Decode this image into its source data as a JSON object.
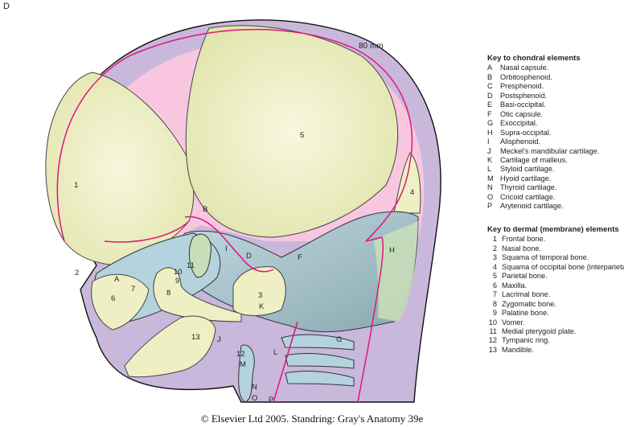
{
  "figure": {
    "panel_letter": "D",
    "scale_label": "80 mm",
    "caption": "© Elsevier Ltd 2005. Standring: Gray's Anatomy 39e",
    "colors": {
      "outline_purple": "#c9b8dc",
      "inner_pink": "#f9c6e0",
      "dermal_bone_yellow": "#eef0c4",
      "chondral_blue": "#b4d3de",
      "supraoccipital_green": "#c7deb8",
      "sagittal_line_magenta": "#e0157a"
    },
    "diagram_labels": {
      "bone_1": "1",
      "bone_2": "2",
      "bone_3": "3",
      "bone_4": "4",
      "bone_5": "5",
      "bone_6": "6",
      "bone_7": "7",
      "bone_8": "8",
      "bone_9": "9",
      "bone_10": "10",
      "bone_11": "11",
      "bone_12": "12",
      "bone_13": "13",
      "A": "A",
      "B": "B",
      "D": "D",
      "F": "F",
      "G": "G",
      "H": "H",
      "I": "I",
      "J": "J",
      "K": "K",
      "L": "L",
      "M": "M",
      "N": "N",
      "O": "O",
      "P": "P"
    }
  },
  "key_chondral": {
    "title": "Key to chondral elements",
    "items": [
      {
        "code": "A",
        "label": "Nasal capsule."
      },
      {
        "code": "B",
        "label": "Orbitosphenoid."
      },
      {
        "code": "C",
        "label": "Presphenoid."
      },
      {
        "code": "D",
        "label": "Postsphenoid."
      },
      {
        "code": "E",
        "label": "Basi-occipital."
      },
      {
        "code": "F",
        "label": "Otic capsule."
      },
      {
        "code": "G",
        "label": "Exoccipital."
      },
      {
        "code": "H",
        "label": "Supra-occipital."
      },
      {
        "code": "I",
        "label": "Alisphenoid."
      },
      {
        "code": "J",
        "label": "Meckel's mandibular cartilage."
      },
      {
        "code": "K",
        "label": "Cartilage of malleus."
      },
      {
        "code": "L",
        "label": "Styloid cartilage."
      },
      {
        "code": "M",
        "label": "Hyoid cartilage."
      },
      {
        "code": "N",
        "label": "Thyroid cartilage."
      },
      {
        "code": "O",
        "label": "Cricoid cartilage."
      },
      {
        "code": "P",
        "label": "Arytenoid cartilage."
      }
    ]
  },
  "key_dermal": {
    "title": "Key to dermal (membrane) elements",
    "items": [
      {
        "code": "1",
        "label": "Frontal bone."
      },
      {
        "code": "2",
        "label": "Nasal bone."
      },
      {
        "code": "3",
        "label": "Squama of temporal bone."
      },
      {
        "code": "4",
        "label": "Squama of occipital bone (interparietal)."
      },
      {
        "code": "5",
        "label": "Parietal bone."
      },
      {
        "code": "6",
        "label": "Maxilla."
      },
      {
        "code": "7",
        "label": "Lacrimal bone."
      },
      {
        "code": "8",
        "label": "Zygomatic bone."
      },
      {
        "code": "9",
        "label": "Palatine bone."
      },
      {
        "code": "10",
        "label": "Vomer."
      },
      {
        "code": "11",
        "label": "Medial pterygoid plate."
      },
      {
        "code": "12",
        "label": "Tympanic ring."
      },
      {
        "code": "13",
        "label": "Mandible."
      }
    ]
  }
}
